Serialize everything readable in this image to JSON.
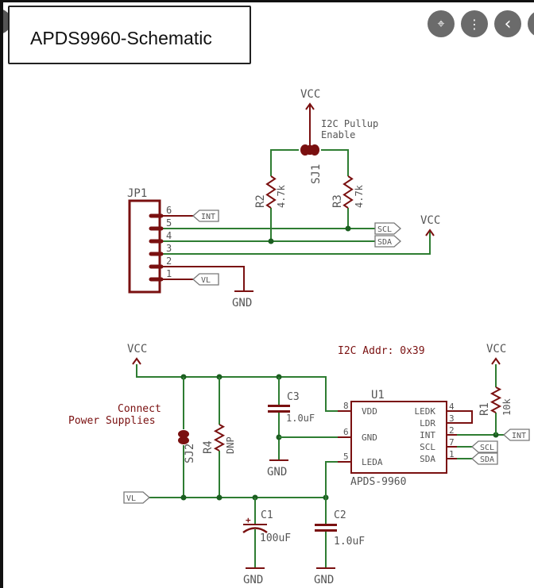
{
  "title": "APDS9960-Schematic",
  "controls": [
    {
      "name": "lens-button",
      "icon": "lens-icon",
      "glyph": "⌖"
    },
    {
      "name": "more-options-button",
      "icon": "more-vert-icon",
      "glyph": "⋮"
    },
    {
      "name": "back-button",
      "icon": "chevron-left-icon",
      "glyph": "‹"
    }
  ],
  "colors": {
    "wire": "#2e7d32",
    "component": "#7a1010",
    "label": "#555555",
    "junction": "#1b5e20"
  },
  "schematic": {
    "pullup": {
      "vcc": "VCC",
      "note_line1": "I2C Pullup",
      "note_line2": "Enable",
      "jumper": "SJ1",
      "r2_name": "R2",
      "r2_value": "4.7k",
      "r3_name": "R3",
      "r3_value": "4.7k"
    },
    "connector": {
      "name": "JP1",
      "pins": [
        "6",
        "5",
        "4",
        "3",
        "2",
        "1"
      ],
      "int_tag": "INT",
      "scl_tag": "SCL",
      "sda_tag": "SDA",
      "vl_tag": "VL",
      "gnd": "GND",
      "vcc": "VCC"
    },
    "power": {
      "vcc": "VCC",
      "note_line1": "Connect",
      "note_line2": "Power Supplies",
      "jumper": "SJ2",
      "r4_name": "R4",
      "r4_value": "DNP",
      "c3_name": "C3",
      "c3_value": "1.0uF",
      "c1_name": "C1",
      "c1_value": "100uF",
      "c2_name": "C2",
      "c2_value": "1.0uF",
      "gnd": "GND",
      "vl_tag": "VL"
    },
    "ic": {
      "name": "U1",
      "part": "APDS-9960",
      "addr": "I2C Addr: 0x39",
      "left_pins": [
        {
          "num": "8",
          "label": "VDD"
        },
        {
          "num": "6",
          "label": "GND"
        },
        {
          "num": "5",
          "label": "LEDA"
        }
      ],
      "right_pins": [
        {
          "num": "4",
          "label": "LEDK"
        },
        {
          "num": "3",
          "label": "LDR"
        },
        {
          "num": "2",
          "label": "INT"
        },
        {
          "num": "7",
          "label": "SCL"
        },
        {
          "num": "1",
          "label": "SDA"
        }
      ],
      "r1_name": "R1",
      "r1_value": "10k",
      "vcc": "VCC",
      "int_tag": "INT",
      "scl_tag": "SCL",
      "sda_tag": "SDA"
    }
  }
}
